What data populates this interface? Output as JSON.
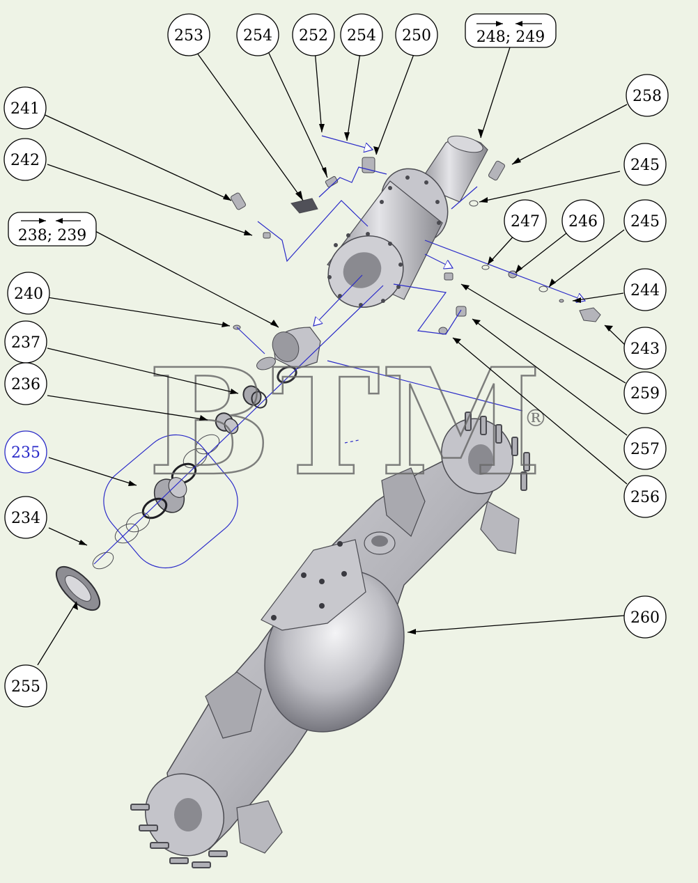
{
  "watermark": {
    "text": "BTM",
    "registered": "®"
  },
  "callouts": [
    {
      "id": "c253",
      "label": "253"
    },
    {
      "id": "c254a",
      "label": "254"
    },
    {
      "id": "c252",
      "label": "252"
    },
    {
      "id": "c254b",
      "label": "254"
    },
    {
      "id": "c250",
      "label": "250"
    },
    {
      "id": "c248",
      "label": "248; 249"
    },
    {
      "id": "c241",
      "label": "241"
    },
    {
      "id": "c242",
      "label": "242"
    },
    {
      "id": "c258",
      "label": "258"
    },
    {
      "id": "c245a",
      "label": "245"
    },
    {
      "id": "c238",
      "label": "238; 239"
    },
    {
      "id": "c247",
      "label": "247"
    },
    {
      "id": "c246",
      "label": "246"
    },
    {
      "id": "c245b",
      "label": "245"
    },
    {
      "id": "c240",
      "label": "240"
    },
    {
      "id": "c244",
      "label": "244"
    },
    {
      "id": "c237",
      "label": "237"
    },
    {
      "id": "c243",
      "label": "243"
    },
    {
      "id": "c236",
      "label": "236"
    },
    {
      "id": "c259",
      "label": "259"
    },
    {
      "id": "c235",
      "label": "235"
    },
    {
      "id": "c257",
      "label": "257"
    },
    {
      "id": "c256",
      "label": "256"
    },
    {
      "id": "c234",
      "label": "234"
    },
    {
      "id": "c260",
      "label": "260"
    },
    {
      "id": "c255",
      "label": "255"
    }
  ],
  "colors": {
    "background": "#eef3e6",
    "callout_stroke": "#000000",
    "highlight": "#2a2ac8",
    "part_fill": "#b7b7bd",
    "part_dark": "#6e6e74",
    "watermark": "#6a6a6a"
  }
}
